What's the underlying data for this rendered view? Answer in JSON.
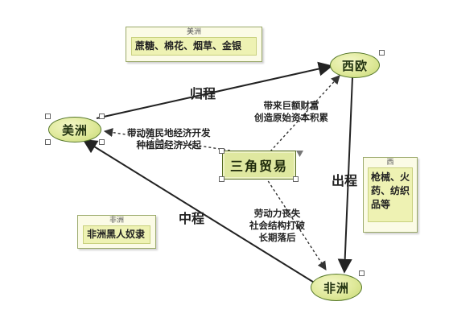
{
  "nodes": {
    "americas": "美洲",
    "western_europe": "西欧",
    "africa": "非洲",
    "center": "三角贸易"
  },
  "notes": {
    "americas_note": {
      "header": "美洲",
      "body": "蔗糖、棉花、烟草、金银"
    },
    "africa_note": {
      "header": "非洲",
      "body": "非洲黑人奴隶"
    },
    "europe_note": {
      "header": "西",
      "body": "枪械、火药、纺织品等"
    }
  },
  "edge_labels": {
    "return_leg": "归程",
    "outbound_leg": "出程",
    "middle_leg": "中程"
  },
  "effects": {
    "to_americas": [
      "带动殖民地经济开发",
      "种植园经济兴起"
    ],
    "to_europe": [
      "带来巨额财富",
      "创造原始资本积累"
    ],
    "to_africa": [
      "劳动力丧失",
      "社会结构打破",
      "长期落后"
    ]
  }
}
